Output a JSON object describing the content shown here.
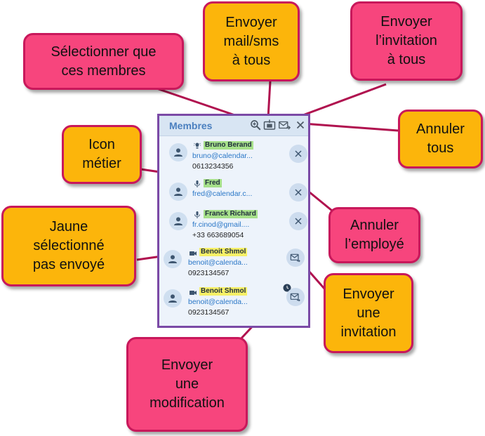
{
  "panel": {
    "title": "Membres",
    "header_icons": [
      "zoom-select-icon",
      "send-mail-sms-icon",
      "send-invite-all-icon",
      "close-icon"
    ]
  },
  "members": [
    {
      "name": "Bruno Berand",
      "email": "bruno@calendar...",
      "phone": "0613234356",
      "job_icon": "lightbulb-icon",
      "highlight": "green",
      "action": "cancel"
    },
    {
      "name": "Fred",
      "email": "fred@calendar.c...",
      "phone": "",
      "job_icon": "microphone-icon",
      "highlight": "green",
      "action": "cancel"
    },
    {
      "name": "Franck Richard",
      "email": "fr.cinod@gmail....",
      "phone": "+33 663689054",
      "job_icon": "microphone-icon",
      "highlight": "green",
      "action": "cancel"
    },
    {
      "name": "Benoit Shmol",
      "email": "benoit@calenda...",
      "phone": "0923134567",
      "job_icon": "videocam-icon",
      "highlight": "yellow",
      "action": "send-invite"
    },
    {
      "name": "Benoit Shmol",
      "email": "benoit@calenda...",
      "phone": "0923134567",
      "job_icon": "videocam-icon",
      "highlight": "yellow",
      "action": "send-invite",
      "status_icon": "clock-icon"
    }
  ],
  "callouts": {
    "select_members": "Sélectionner que\nces membres",
    "send_mail_sms": "Envoyer\nmail/sms\nà tous",
    "send_invite_all": "Envoyer\nl’invitation\nà tous",
    "cancel_all": "Annuler\ntous",
    "job_icon": "Icon\nmétier",
    "cancel_employee": "Annuler\nl’employé",
    "yellow_selected": "Jaune\nsélectionné\npas envoyé",
    "send_invite": "Envoyer\nune\ninvitation",
    "send_modification": "Envoyer\nune\nmodification"
  },
  "colors": {
    "panel_border": "#7b4aa6",
    "header_bg": "#d8e5f3",
    "title": "#4a7fbf",
    "link": "#2a77c7",
    "green_highlight": "#a6e08a",
    "yellow_highlight": "#f6f067",
    "callout_pink": "#f7457d",
    "callout_orange": "#fcb50b",
    "callout_border": "#c8185b"
  }
}
